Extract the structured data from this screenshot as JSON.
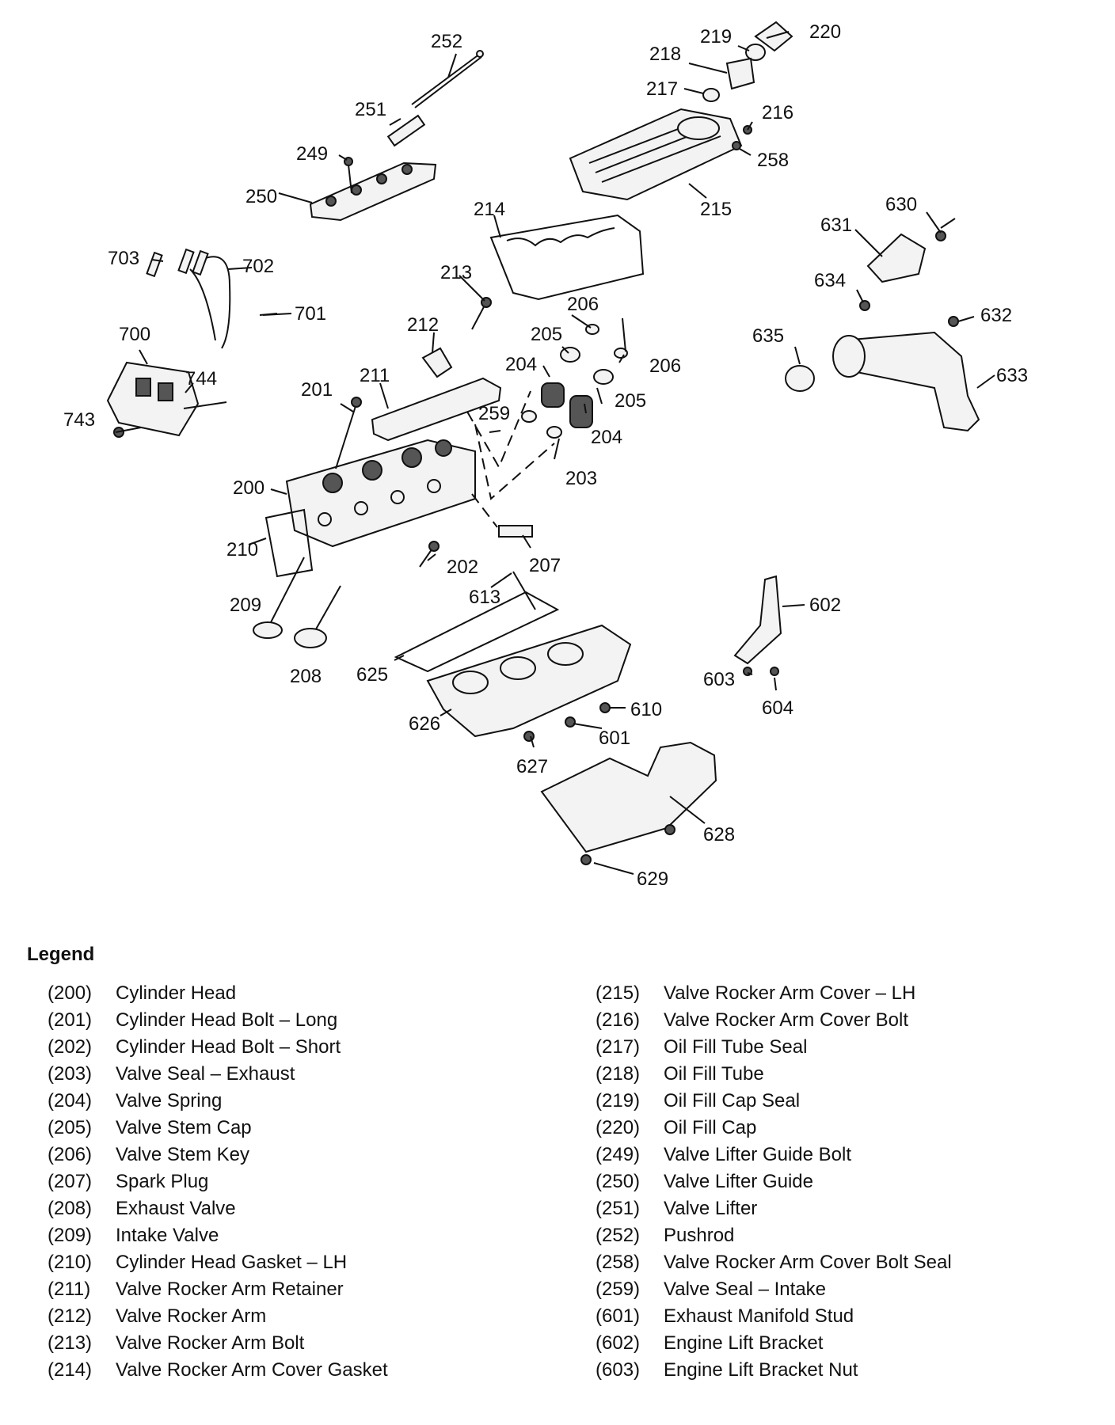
{
  "legend": {
    "title": "Legend",
    "left": [
      {
        "num": "(200)",
        "label": "Cylinder Head"
      },
      {
        "num": "(201)",
        "label": "Cylinder Head Bolt – Long"
      },
      {
        "num": "(202)",
        "label": "Cylinder Head Bolt – Short"
      },
      {
        "num": "(203)",
        "label": "Valve Seal – Exhaust"
      },
      {
        "num": "(204)",
        "label": "Valve Spring"
      },
      {
        "num": "(205)",
        "label": "Valve Stem Cap"
      },
      {
        "num": "(206)",
        "label": "Valve Stem Key"
      },
      {
        "num": "(207)",
        "label": "Spark Plug"
      },
      {
        "num": "(208)",
        "label": "Exhaust Valve"
      },
      {
        "num": "(209)",
        "label": "Intake Valve"
      },
      {
        "num": "(210)",
        "label": "Cylinder Head Gasket – LH"
      },
      {
        "num": "(211)",
        "label": "Valve Rocker Arm Retainer"
      },
      {
        "num": "(212)",
        "label": "Valve Rocker Arm"
      },
      {
        "num": "(213)",
        "label": "Valve Rocker Arm Bolt"
      },
      {
        "num": "(214)",
        "label": "Valve Rocker Arm Cover Gasket"
      }
    ],
    "right": [
      {
        "num": "(215)",
        "label": "Valve Rocker Arm Cover – LH"
      },
      {
        "num": "(216)",
        "label": "Valve Rocker Arm Cover Bolt"
      },
      {
        "num": "(217)",
        "label": "Oil Fill Tube Seal"
      },
      {
        "num": "(218)",
        "label": "Oil Fill Tube"
      },
      {
        "num": "(219)",
        "label": "Oil Fill Cap Seal"
      },
      {
        "num": "(220)",
        "label": "Oil Fill Cap"
      },
      {
        "num": "(249)",
        "label": "Valve Lifter Guide Bolt"
      },
      {
        "num": "(250)",
        "label": "Valve Lifter Guide"
      },
      {
        "num": "(251)",
        "label": "Valve Lifter"
      },
      {
        "num": "(252)",
        "label": "Pushrod"
      },
      {
        "num": "(258)",
        "label": "Valve Rocker Arm Cover Bolt Seal"
      },
      {
        "num": "(259)",
        "label": "Valve Seal – Intake"
      },
      {
        "num": "(601)",
        "label": "Exhaust Manifold Stud"
      },
      {
        "num": "(602)",
        "label": "Engine Lift Bracket"
      },
      {
        "num": "(603)",
        "label": "Engine Lift Bracket Nut"
      }
    ]
  },
  "callouts": {
    "c200": "200",
    "c201": "201",
    "c202": "202",
    "c203": "203",
    "c204a": "204",
    "c204b": "204",
    "c205a": "205",
    "c205b": "205",
    "c206a": "206",
    "c206b": "206",
    "c207": "207",
    "c208": "208",
    "c209": "209",
    "c210": "210",
    "c211": "211",
    "c212": "212",
    "c213": "213",
    "c214": "214",
    "c215": "215",
    "c216": "216",
    "c217": "217",
    "c218": "218",
    "c219": "219",
    "c220": "220",
    "c249": "249",
    "c250": "250",
    "c251": "251",
    "c252": "252",
    "c258": "258",
    "c259": "259",
    "c601": "601",
    "c602": "602",
    "c603": "603",
    "c604": "604",
    "c610": "610",
    "c613": "613",
    "c625": "625",
    "c626": "626",
    "c627": "627",
    "c628": "628",
    "c629": "629",
    "c630": "630",
    "c631": "631",
    "c632": "632",
    "c633": "633",
    "c634": "634",
    "c635": "635",
    "c700": "700",
    "c701": "701",
    "c702": "702",
    "c703": "703",
    "c743": "743",
    "c744": "744"
  }
}
